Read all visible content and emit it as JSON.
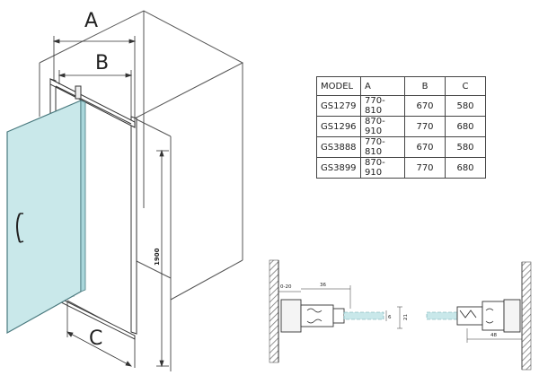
{
  "dimensions": {
    "a": "A",
    "b": "B",
    "c": "C",
    "height": "1900"
  },
  "table": {
    "headers": [
      "MODEL",
      "A",
      "B",
      "C"
    ],
    "rows": [
      [
        "GS1279",
        "770-810",
        "670",
        "580"
      ],
      [
        "GS1296",
        "870-910",
        "770",
        "680"
      ],
      [
        "GS3888",
        "770-810",
        "670",
        "580"
      ],
      [
        "GS3899",
        "870-910",
        "770",
        "680"
      ]
    ]
  },
  "details": {
    "left_range": "0-20",
    "left_width": "36",
    "left_glass": "6",
    "profile_height": "21",
    "right_width": "48"
  },
  "colors": {
    "glass": "#c9e8ea",
    "glass_edge": "#8bbfc3",
    "line": "#333333",
    "wall": "#999999"
  }
}
